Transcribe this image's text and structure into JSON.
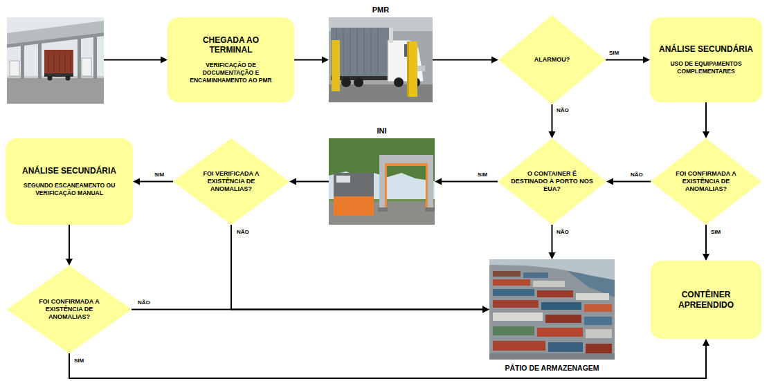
{
  "diagram": {
    "nodes": [
      {
        "text": [
          "CHEGADA AO TERMINAL",
          "VERIFICAÇÃO DE DOCUMENTAÇÃO E ENCAMINHAMENTO AO PMR"
        ]
      },
      {
        "text": [
          "PMR"
        ]
      },
      {
        "text": [
          "ALARMOU?"
        ]
      },
      {
        "text": [
          "ANÁLISE SECUNDÁRIA",
          "USO DE EQUIPAMENTOS COMPLEMENTARES"
        ]
      },
      {
        "text": [
          "ANÁLISE SECUNDÁRIA",
          "SEGUNDO ESCANEAMENTO OU VERIFICAÇÃO MANUAL"
        ]
      },
      {
        "text": [
          "FOI VERIFICADA A EXISTÊNCIA DE ANOMALIAS?"
        ]
      },
      {
        "text": [
          "INI"
        ]
      },
      {
        "text": [
          "O CONTAINER É DESTINADO À PORTO NOS EUA?"
        ]
      },
      {
        "text": [
          "FOI CONFIRMADA A EXISTÊNCIA DE ANOMALIAS?"
        ]
      },
      {
        "text": [
          "FOI CONFIRMADA A EXISTÊNCIA DE ANOMALIAS?"
        ]
      },
      {
        "text": [
          "PÁTIO DE ARMAZENAGEM"
        ]
      },
      {
        "text": [
          "CONTÊINER APREENDIDO"
        ]
      }
    ],
    "edges": [
      {
        "from": 0,
        "to": 1,
        "arrow": "to"
      },
      {
        "from": 1,
        "to": 2,
        "arrow": "to"
      },
      {
        "from": 2,
        "to": 3,
        "label": "SIM",
        "arrow": "to"
      },
      {
        "from": 2,
        "to": 7,
        "label": "NÃO",
        "arrow": "to"
      },
      {
        "from": 3,
        "to": 8,
        "arrow": "to"
      },
      {
        "from": 8,
        "to": 7,
        "label": "NÃO",
        "arrow": "to"
      },
      {
        "from": 8,
        "to": 11,
        "label": "SIM",
        "arrow": "to"
      },
      {
        "from": 7,
        "to": 6,
        "label": "SIM",
        "arrow": "to"
      },
      {
        "from": 7,
        "to": 10,
        "label": "NÃO",
        "arrow": "to"
      },
      {
        "from": 6,
        "to": 5,
        "arrow": "to"
      },
      {
        "from": 5,
        "to": 4,
        "label": "SIM",
        "arrow": "to"
      },
      {
        "from": 5,
        "to": 10,
        "label": "NÃO",
        "arrow": "to"
      },
      {
        "from": 4,
        "to": 9,
        "arrow": "to"
      },
      {
        "from": 9,
        "to": 10,
        "label": "NÃO",
        "arrow": "to"
      },
      {
        "from": 9,
        "to": 11,
        "label": "SIM",
        "arrow": "to"
      }
    ]
  }
}
